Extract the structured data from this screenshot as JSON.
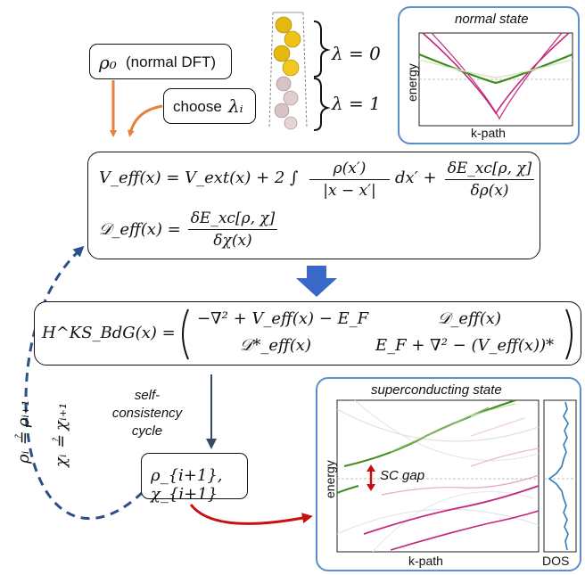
{
  "inputs": {
    "rho0": "ρ₀",
    "rho0_note": "(normal DFT)",
    "choose": "choose",
    "lambda_i": "λᵢ"
  },
  "slab": {
    "top_label": "λ = 0",
    "bottom_label": "λ = 1"
  },
  "normal_panel": {
    "title": "normal state",
    "ylabel": "energy",
    "xlabel": "k-path"
  },
  "equations": {
    "veff_lhs": "V_eff(x) = V_ext(x) + 2 ∫",
    "veff_frac_num": "ρ(x′)",
    "veff_frac_den": "|x − x′|",
    "veff_mid": "dx′ +",
    "veff_frac2_num": "δE_xc[ρ, χ]",
    "veff_frac2_den": "δρ(x)",
    "deff_lhs": "𝒟_eff(x) =",
    "deff_frac_num": "δE_xc[ρ, χ]",
    "deff_frac_den": "δχ(x)"
  },
  "hamiltonian": {
    "lhs": "H^KS_BdG(x) =",
    "m11": "−∇² + V_eff(x) − E_F",
    "m12": "𝒟_eff(x)",
    "m21": "𝒟*_eff(x)",
    "m22": "E_F + ∇² − (V_eff(x))*"
  },
  "cycle": {
    "label_line1": "self-",
    "label_line2": "consistency",
    "label_line3": "cycle",
    "next": "ρ_{i+1}, χ_{i+1}",
    "cond_rho": "ρᵢ ≟ ρᵢ₊₁",
    "cond_chi": "χᵢ ≟ χᵢ₊₁"
  },
  "sc_panel": {
    "title": "superconducting state",
    "ylabel": "energy",
    "xlabel": "k-path",
    "gap_label": "SC gap",
    "dos_label": "DOS"
  },
  "colors": {
    "panel_border": "#5b8fcb",
    "orange_arrow": "#e8803a",
    "blue_arrow": "#3a68c8",
    "dashed_arrow": "#2b4f86",
    "red_arrow": "#c81010",
    "green_band": "#3e8a1e",
    "magenta_band": "#c4257c",
    "dos_line": "#2e7bb8"
  }
}
